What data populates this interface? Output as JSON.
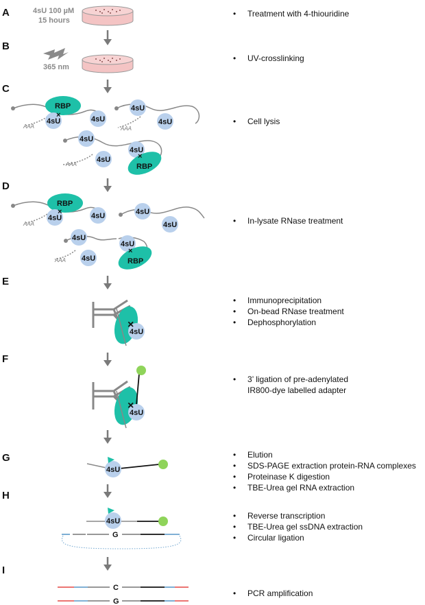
{
  "steps": [
    {
      "letter": "A",
      "items": [
        "Treatment with 4-thiouridine"
      ]
    },
    {
      "letter": "B",
      "items": [
        "UV-crosslinking"
      ]
    },
    {
      "letter": "C",
      "items": [
        "Cell lysis"
      ]
    },
    {
      "letter": "D",
      "items": [
        "In-lysate RNase treatment"
      ]
    },
    {
      "letter": "E",
      "items": [
        "Immunoprecipitation",
        "On-bead RNase treatment",
        "Dephosphorylation"
      ]
    },
    {
      "letter": "F",
      "items": [
        "3’ ligation of pre-adenylated",
        "IR800-dye labelled adapter"
      ]
    },
    {
      "letter": "G",
      "items": [
        "Elution",
        "SDS-PAGE extraction protein-RNA complexes",
        "Proteinase K digestion",
        "TBE-Urea gel RNA extraction"
      ]
    },
    {
      "letter": "H",
      "items": [
        "Reverse transcription",
        "TBE-Urea gel ssDNA extraction",
        "Circular ligation"
      ]
    },
    {
      "letter": "I",
      "items": [
        "PCR amplification"
      ]
    }
  ],
  "treatment": {
    "line1": "4sU 100 µM",
    "line2": "15 hours"
  },
  "uv": {
    "wavelength": "365 nm"
  },
  "labels": {
    "rbp": "RBP",
    "nucleoside": "4sU",
    "polyA": "AAA",
    "crosslink": "×",
    "seq_g": "G",
    "seq_c": "C"
  },
  "colors": {
    "rbp": "#1ec0a8",
    "nucleoside": "#b9d0ec",
    "arrow": "#7a7a7a",
    "rna": "#888888",
    "dish": "#f4c4c4",
    "dye": "#8fd45a",
    "adapter": "#111111",
    "primer_red": "#e8615e",
    "barcode_blue": "#6ea5cf"
  },
  "icons": [
    "petri-dish-icon",
    "lightning-icon",
    "arrow-down-icon",
    "antibody-icon"
  ]
}
